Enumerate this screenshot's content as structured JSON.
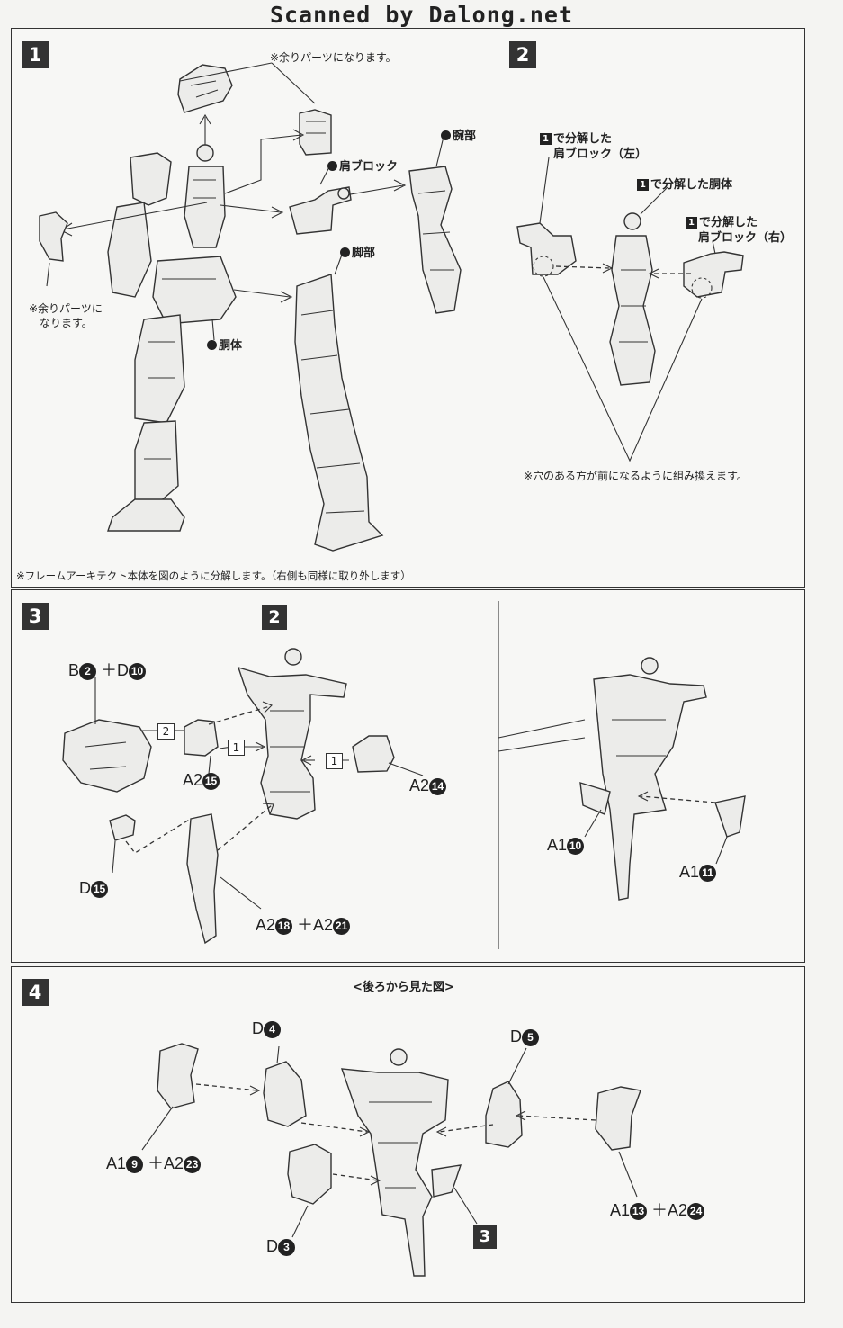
{
  "header": "Scanned by Dalong.net",
  "steps": {
    "s1": "1",
    "s2": "2",
    "s3": "3",
    "s4": "4",
    "s3_ref": "2",
    "s4_ref": "3"
  },
  "panel1": {
    "note_top": "※余りパーツになります。",
    "note_left_1": "※余りパーツに",
    "note_left_2": "なります。",
    "shoulder": "肩ブロック",
    "arm": "腕部",
    "leg": "脚部",
    "torso": "胴体",
    "footer": "※フレームアーキテクト本体を図のように分解します。（右側も同様に取り外します）"
  },
  "panel2": {
    "ref_num": "1",
    "left_1": "で分解した",
    "left_2": "肩ブロック（左）",
    "center_1": "で分解した胴体",
    "right_1": "で分解した",
    "right_2": "肩ブロック（右）",
    "note": "※穴のある方が前になるように組み換えます。"
  },
  "panel3": {
    "b2": "B",
    "b2n": "2",
    "plus1": "＋",
    "d10": "D",
    "d10n": "10",
    "box2": "2",
    "box1a": "1",
    "box1b": "1",
    "a215": "A2",
    "a215n": "15",
    "a214": "A2",
    "a214n": "14",
    "d15": "D",
    "d15n": "15",
    "a218": "A2",
    "a218n": "18",
    "plus2": "＋",
    "a221": "A2",
    "a221n": "21",
    "a110": "A1",
    "a110n": "10",
    "a111": "A1",
    "a111n": "11"
  },
  "panel4": {
    "title": "<後ろから見た図>",
    "d4": "D",
    "d4n": "4",
    "d5": "D",
    "d5n": "5",
    "d3": "D",
    "d3n": "3",
    "a19": "A1",
    "a19n": "9",
    "plus1": "＋",
    "a223": "A2",
    "a223n": "23",
    "a113": "A1",
    "a113n": "13",
    "plus2": "＋",
    "a224": "A2",
    "a224n": "24"
  }
}
